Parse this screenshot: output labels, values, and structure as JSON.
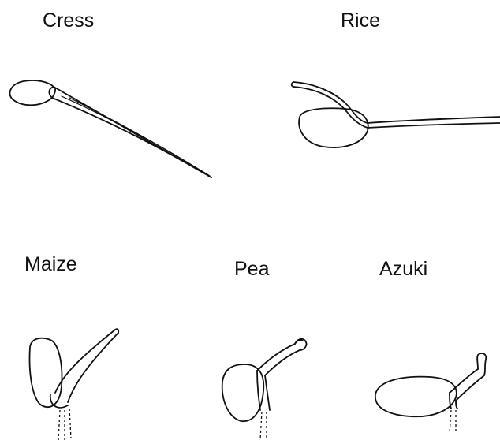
{
  "seedlings": [
    {
      "label": "Cress"
    },
    {
      "label": "Rice"
    },
    {
      "label": "Maize"
    },
    {
      "label": "Pea"
    },
    {
      "label": "Azuki"
    }
  ]
}
